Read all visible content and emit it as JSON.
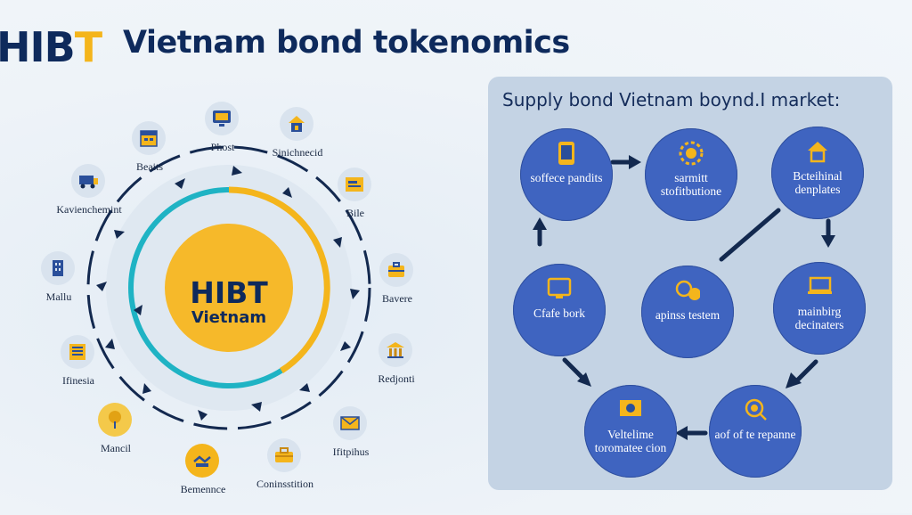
{
  "header": {
    "logo_main": "HIB",
    "logo_accent": "T",
    "title": "Vietnam bond tokenomics"
  },
  "hub": {
    "title": "HIBT",
    "subtitle": "Vietnam"
  },
  "ring_nodes": [
    {
      "label": "Phost",
      "icon": "monitor-icon"
    },
    {
      "label": "Sinichnecid",
      "icon": "padlock-house-icon"
    },
    {
      "label": "Bile",
      "icon": "document-icon"
    },
    {
      "label": "Bavere",
      "icon": "briefcase-icon"
    },
    {
      "label": "Redjonti",
      "icon": "bank-icon"
    },
    {
      "label": "Ifitpihus",
      "icon": "envelope-icon"
    },
    {
      "label": "Coninsstition",
      "icon": "toolbox-icon"
    },
    {
      "label": "Bemennce",
      "icon": "handshake-icon"
    },
    {
      "label": "Mancil",
      "icon": "tree-icon"
    },
    {
      "label": "Ifinesia",
      "icon": "ledger-icon"
    },
    {
      "label": "Mallu",
      "icon": "building-icon"
    },
    {
      "label": "Kavienchemint",
      "icon": "vehicle-icon"
    },
    {
      "label": "Beaits",
      "icon": "calendar-icon"
    }
  ],
  "panel": {
    "title": "Supply bond Vietnam boynd.I market:",
    "steps": [
      {
        "label": "soffece pandits",
        "icon": "tablet-icon"
      },
      {
        "label": "sarmitt stofitbutione",
        "icon": "coin-gear-icon"
      },
      {
        "label": "Bcteihinal denplates",
        "icon": "house-icon"
      },
      {
        "label": "Cfafe bork",
        "icon": "screen-icon"
      },
      {
        "label": "apinss testem",
        "icon": "coins-icon"
      },
      {
        "label": "mainbirg decinaters",
        "icon": "laptop-icon"
      },
      {
        "label": "Veltelime toromatee cion",
        "icon": "display-icon"
      },
      {
        "label": "aof of te repanne",
        "icon": "search-coins-icon"
      }
    ]
  },
  "colors": {
    "navy": "#0e2a5c",
    "gold": "#f4b51c",
    "teal": "#1fb3c4",
    "step_blue": "#3f64c0",
    "panel_bg": "#c4d3e4"
  }
}
